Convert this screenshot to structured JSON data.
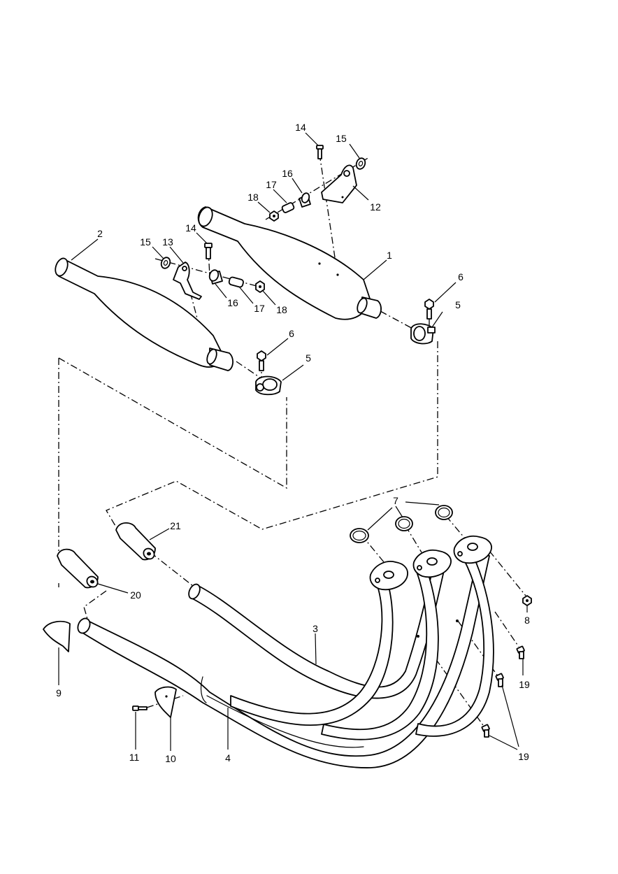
{
  "callouts": {
    "c1": "1",
    "c2": "2",
    "c3": "3",
    "c4": "4",
    "c5a": "5",
    "c5b": "5",
    "c6a": "6",
    "c6b": "6",
    "c7": "7",
    "c8": "8",
    "c9": "9",
    "c10": "10",
    "c11": "11",
    "c12": "12",
    "c13": "13",
    "c14a": "14",
    "c14b": "14",
    "c15a": "15",
    "c15b": "15",
    "c16a": "16",
    "c16b": "16",
    "c17a": "17",
    "c17b": "17",
    "c18a": "18",
    "c18b": "18",
    "c19a": "19",
    "c19b": "19",
    "c20": "20",
    "c21": "21"
  },
  "colors": {
    "line": "#000000",
    "background": "#ffffff"
  }
}
